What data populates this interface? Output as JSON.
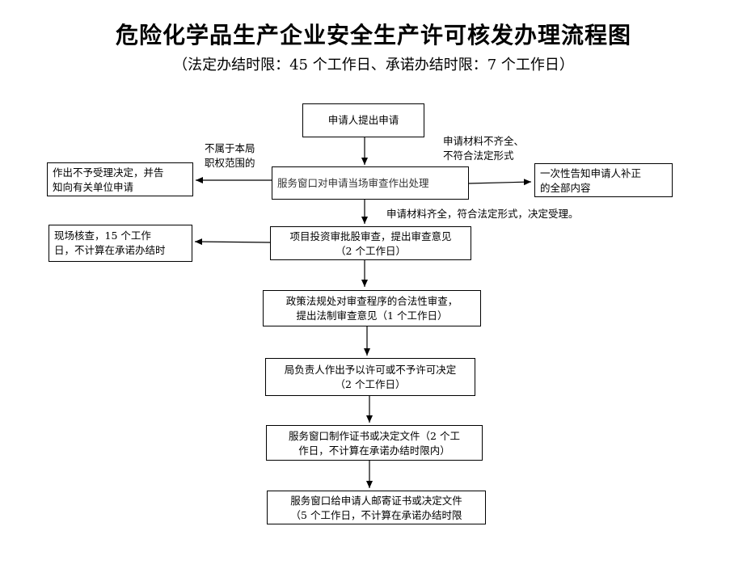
{
  "header": {
    "title": "危险化学品生产企业安全生产许可核发办理流程图",
    "subtitle": "（法定办结时限：45 个工作日、承诺办结时限：7 个工作日）"
  },
  "boxes": {
    "apply": "申请人提出申请",
    "review": "服务窗口对申请当场审查作出处理",
    "reject": {
      "line1": "作出不予受理决定，并告",
      "line2": "知向有关单位申请"
    },
    "notify": {
      "line1": "一次性告知申请人补正",
      "line2": "的全部内容"
    },
    "project": {
      "line1": "项目投资审批股审查，提出审查意见",
      "line2": "（2 个工作日）"
    },
    "site": {
      "line1": "现场核查，15 个工作",
      "line2": "日，不计算在承诺办结时"
    },
    "legal": {
      "line1": "政策法规处对审查程序的合法性审查，",
      "line2": "提出法制审查意见（1 个工作日）"
    },
    "decision": {
      "line1": "局负责人作出予以许可或不予许可决定",
      "line2": "（2 个工作日）"
    },
    "certificate": {
      "line1": "服务窗口制作证书或决定文件（2 个工",
      "line2": "作日，不计算在承诺办结时限内）"
    },
    "mail": {
      "line1": "服务窗口给申请人邮寄证书或决定文件",
      "line2": "（5 个工作日，不计算在承诺办结时限"
    }
  },
  "notes": {
    "out_of_scope": {
      "line1": "不属于本局",
      "line2": "职权范围的"
    },
    "incomplete": {
      "line1": "申请材料不齐全、",
      "line2": "不符合法定形式"
    },
    "accepted": "申请材料齐全，符合法定形式，决定受理。"
  }
}
